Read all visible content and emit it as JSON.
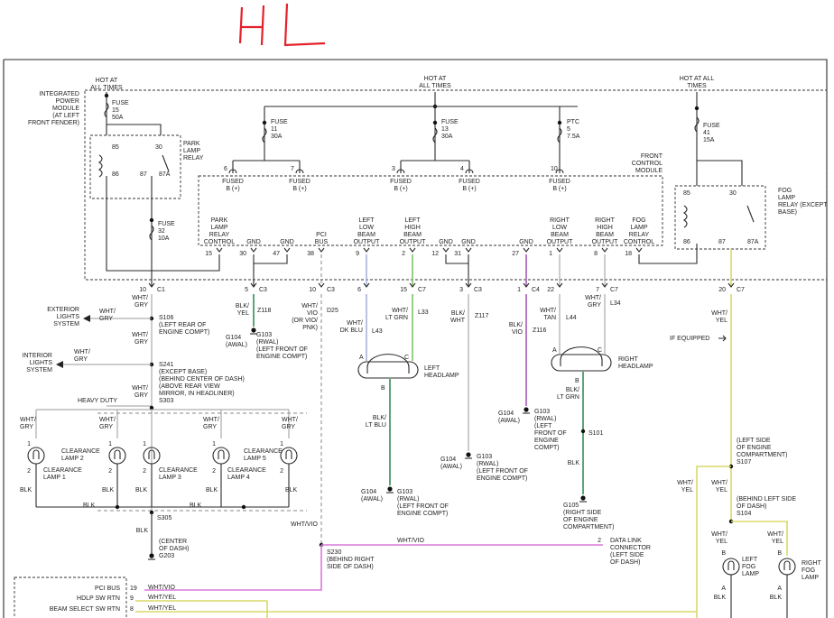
{
  "handwriting": "H L",
  "ipm": {
    "label": [
      "INTEGRATED",
      "POWER",
      "MODULE",
      "(AT LEFT",
      "FRONT FENDER)"
    ],
    "hot_left": [
      "HOT AT",
      "ALL TIMES"
    ],
    "hot_mid": [
      "HOT AT",
      "ALL TIMES"
    ],
    "hot_right": [
      "HOT AT ALL",
      "TIMES"
    ],
    "fuse15": [
      "FUSE",
      "15",
      "50A"
    ],
    "fuse11": [
      "FUSE",
      "11",
      "30A"
    ],
    "fuse13": [
      "FUSE",
      "13",
      "30A"
    ],
    "ptc5": [
      "PTC",
      "5",
      "7.5A"
    ],
    "fuse41": [
      "FUSE",
      "41",
      "15A"
    ],
    "fuse32": [
      "FUSE",
      "32",
      "10A"
    ],
    "park_relay": [
      "PARK",
      "LAMP",
      "RELAY"
    ],
    "park_pins": [
      "85",
      "30",
      "86",
      "87",
      "87A"
    ],
    "fog_relay": [
      "FOG",
      "LAMP",
      "RELAY (EXCEPT",
      "BASE)"
    ],
    "fog_pins": [
      "85",
      "30",
      "86",
      "87",
      "87A"
    ]
  },
  "fcm": {
    "label": [
      "FRONT",
      "CONTROL",
      "MODULE"
    ],
    "top_pins": [
      "6",
      "7",
      "3",
      "4",
      "10"
    ],
    "fused": [
      "FUSED",
      "B (+)"
    ],
    "bottom_labels": [
      [
        "PARK",
        "LAMP",
        "RELAY",
        "CONTROL"
      ],
      [
        "GND"
      ],
      [
        "GND"
      ],
      [
        "PCI",
        "BUS"
      ],
      [
        "LEFT",
        "LOW",
        "BEAM",
        "OUTPUT"
      ],
      [
        "LEFT",
        "HIGH",
        "BEAM",
        "OUTPUT"
      ],
      [
        "GND"
      ],
      [
        "GND"
      ],
      [
        "GND"
      ],
      [
        "RIGHT",
        "LOW",
        "BEAM",
        "OUTPUT"
      ],
      [
        "RIGHT",
        "HIGH",
        "BEAM",
        "OUTPUT"
      ],
      [
        "FOG",
        "LAMP",
        "RELAY",
        "CONTROL"
      ]
    ],
    "bottom_pins": [
      "15",
      "30",
      "47",
      "38",
      "9",
      "2",
      "12",
      "31",
      "27",
      "1",
      "8",
      "18"
    ]
  },
  "connectors": [
    {
      "pin": "10",
      "conn": "C1"
    },
    {
      "pin": "5",
      "conn": "C3"
    },
    {
      "pin": "10",
      "conn": "C3"
    },
    {
      "pin": "6",
      "conn": ""
    },
    {
      "pin": "15",
      "conn": "C7"
    },
    {
      "pin": "3",
      "conn": "C3"
    },
    {
      "pin": "1",
      "conn": "C4"
    },
    {
      "pin": "22",
      "conn": ""
    },
    {
      "pin": "7",
      "conn": "C7"
    },
    {
      "pin": "20",
      "conn": "C7"
    }
  ],
  "wires": {
    "c1_a": [
      "WHT/",
      "GRY"
    ],
    "c1_b": [
      "WHT/",
      "GRY"
    ],
    "c1_c": [
      "WHT/",
      "GRY"
    ],
    "ext_a": [
      "WHT/",
      "GRY"
    ],
    "int_a": [
      "WHT/",
      "GRY"
    ],
    "blk_yel": [
      "BLK/",
      "YEL"
    ],
    "z118": "Z118",
    "wht_vio": [
      "WHT/",
      "VIO",
      "(OR VIO/",
      "PNK)"
    ],
    "d25": "D25",
    "wht_dkblu": [
      "WHT/",
      "DK BLU"
    ],
    "l43": "L43",
    "wht_ltgrn": [
      "WHT/",
      "LT GRN"
    ],
    "l33": "L33",
    "blk_wht": [
      "BLK/",
      "WHT"
    ],
    "z117": "Z117",
    "blk_vio": [
      "BLK/",
      "VIO"
    ],
    "z116": "Z116",
    "wht_tan": [
      "WHT/",
      "TAN"
    ],
    "l44": "L44",
    "wht_gry_r": [
      "WHT/",
      "GRY"
    ],
    "l34": "L34",
    "wht_yel_a": [
      "WHT/",
      "YEL"
    ],
    "blk_ltblu": [
      "BLK/",
      "LT BLU"
    ],
    "blk_ltgrn": [
      "BLK/",
      "LT GRN"
    ],
    "blk_g105": "BLK",
    "wht_vio_bot": "WHT/VIO",
    "wht_vio_mid": "WHT/VIO",
    "wht_yel_b": [
      "WHT/",
      "YEL"
    ],
    "wht_yel_c": [
      "WHT/",
      "YEL"
    ],
    "wht_yel_d": [
      "WHT/",
      "YEL"
    ],
    "wht_yel_e": [
      "WHT/",
      "YEL"
    ],
    "heavy_duty": "HEAVY DUTY",
    "blk_305": "BLK"
  },
  "splices": {
    "s106": [
      "S106",
      "(LEFT REAR OF",
      "ENGINE COMPT)"
    ],
    "s241": [
      "S241",
      "(EXCEPT BASE)",
      "(BEHIND CENTER OF DASH)"
    ],
    "s303": [
      "(ABOVE REAR VIEW",
      "MIRROR, IN HEADLINER)",
      "S303"
    ],
    "s305": "S305",
    "s230": [
      "S230",
      "(BEHIND RIGHT",
      "SIDE OF DASH)"
    ],
    "s101": "S101",
    "s107": [
      "(LEFT SIDE",
      "OF ENGINE",
      "COMPARTMENT)",
      "S107"
    ],
    "s104": [
      "(BEHIND LEFT SIDE",
      "OF DASH)",
      "S104"
    ]
  },
  "grounds": {
    "g104_1": [
      "G104",
      "(AWAL)"
    ],
    "g103_1": [
      "G103",
      "(RWAL)",
      "(LEFT FRONT OF",
      "ENGINE COMPT)"
    ],
    "g104_2": [
      "G104",
      "(AWAL)"
    ],
    "g103_2": [
      "G103",
      "(RWAL)",
      "(LEFT FRONT OF",
      "ENGINE COMPT)"
    ],
    "g104_3": [
      "G104",
      "(AWAL)"
    ],
    "g103_3": [
      "G103",
      "(RWAL)",
      "(LEFT FRONT OF",
      "ENGINE COMPT)"
    ],
    "g104_4": [
      "G104",
      "(AWAL)"
    ],
    "g103_4": [
      "G103",
      "(RWAL)",
      "(LEFT",
      "FRONT OF",
      "ENGINE",
      "COMPT)"
    ],
    "g105": [
      "G105",
      "(RIGHT SIDE",
      "OF ENGINE",
      "COMPARTMENT)"
    ],
    "g203": [
      "(CENTER",
      "OF DASH)",
      "G203"
    ]
  },
  "systems": {
    "exterior": [
      "EXTERIOR",
      "LIGHTS",
      "SYSTEM"
    ],
    "interior": [
      "INTERIOR",
      "LIGHTS",
      "SYSTEM"
    ],
    "if_equipped": "IF EQUIPPED"
  },
  "lamps": {
    "clear1": [
      "CLEARANCE",
      "LAMP 1"
    ],
    "clear2": [
      "CLEARANCE",
      "LAMP 2"
    ],
    "clear3": [
      "CLEARANCE",
      "LAMP 3"
    ],
    "clear4": [
      "CLEARANCE",
      "LAMP 4"
    ],
    "clear5": [
      "CLEARANCE",
      "LAMP 5"
    ],
    "left_head": [
      "LEFT",
      "HEADLAMP"
    ],
    "right_head": [
      "RIGHT",
      "HEADLAMP"
    ],
    "left_fog": [
      "LEFT",
      "FOG",
      "LAMP"
    ],
    "right_fog": [
      "RIGHT",
      "FOG",
      "LAMP"
    ],
    "head_pins": [
      "A",
      "C",
      "B"
    ],
    "fog_pins": [
      "B",
      "A"
    ],
    "clr_pins": [
      "1",
      "2"
    ]
  },
  "dlc": {
    "pin": "2",
    "label": [
      "DATA LINK",
      "CONNECTOR",
      "(LEFT SIDE",
      "OF DASH)"
    ]
  },
  "bottom_box": {
    "rows": [
      {
        "label": "PCI BUS",
        "pin": "19",
        "wire": "WHT/VIO"
      },
      {
        "label": "HDLP SW RTN",
        "pin": "9",
        "wire": "WHT/YEL"
      },
      {
        "label": "BEAM SELECT SW RTN",
        "pin": "8",
        "wire": "WHT/YEL"
      }
    ]
  },
  "colors": {
    "module_fill": "#e4f2fa",
    "handwriting": "#e5202a"
  }
}
